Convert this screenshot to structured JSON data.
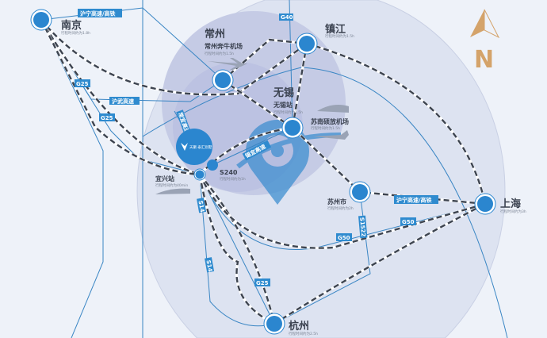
{
  "colors": {
    "node": "#2b86cf",
    "road": "#3a86c4",
    "rail": "#3d4450",
    "badge": "#2f8bcf",
    "compass": "#d4a36a"
  },
  "compass": {
    "label": "N"
  },
  "cities": {
    "nanjing": {
      "name": "南京",
      "sub": "行程时间约为1.8h"
    },
    "changzhou": {
      "name": "常州",
      "place": "常州奔牛机场",
      "sub": "行程时间约为1.5h"
    },
    "zhenjiang": {
      "name": "镇江",
      "sub": "行程时间约为1.5h"
    },
    "wuxi": {
      "name": "无锡",
      "place": "无锡站",
      "sub": "行程时间约为1.5h"
    },
    "sunan": {
      "place": "苏南硕放机场",
      "sub": "行程时间约为1.5h"
    },
    "yixing": {
      "place": "宜兴站",
      "sub": "行程时间约为40min"
    },
    "s240": {
      "place": "S240",
      "sub": "行程时间约为1h"
    },
    "suzhou": {
      "place": "苏州市",
      "sub": "行程时间约为2h"
    },
    "shanghai": {
      "name": "上海",
      "sub": "行程时间约为3h"
    },
    "hangzhou": {
      "name": "杭州",
      "sub": "行程时间约为2.5h"
    }
  },
  "project": {
    "name": "天聚·泰汇别墅"
  },
  "roads": {
    "huning_top": "沪宁高速/高铁",
    "g40": "G40",
    "g25_a": "G25",
    "g25_b": "G25",
    "huwu": "沪武高速",
    "changyi": "常宜高速",
    "xiyi": "锡宜高速",
    "s14_a": "S14",
    "s14_b": "S14",
    "g25_c": "G25",
    "g50_a": "G50",
    "g50_b": "G50",
    "s1522": "S1522",
    "huning_right": "沪宁高速/高铁"
  }
}
